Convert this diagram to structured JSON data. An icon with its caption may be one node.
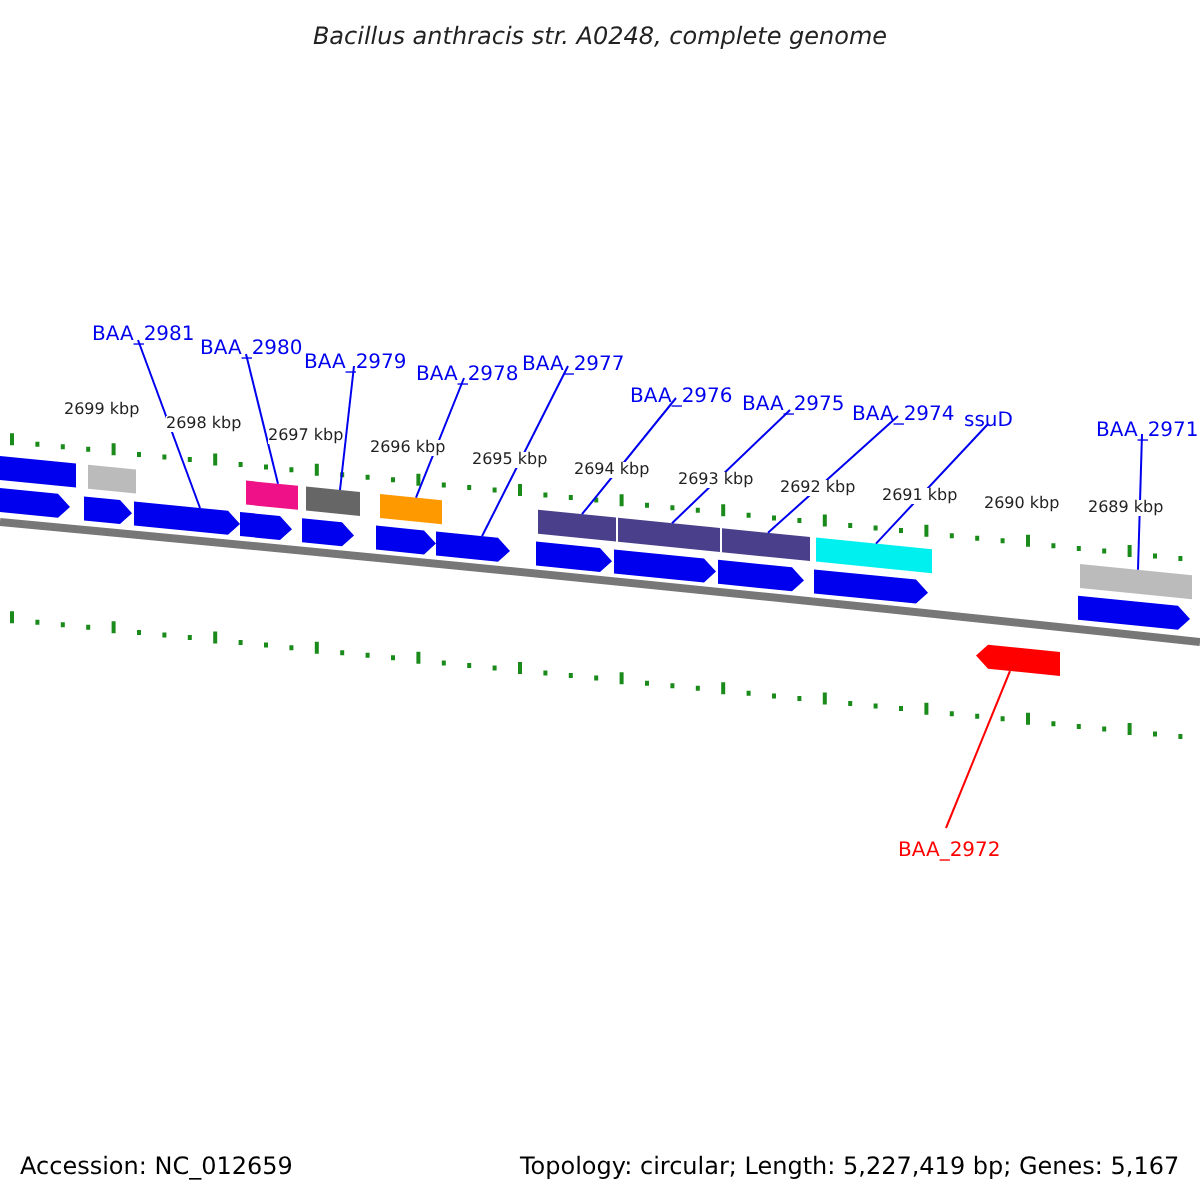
{
  "diagram": {
    "title": "Bacillus anthracis str. A0248, complete genome",
    "nodes": [
      {
        "text": [
          "BAA_2981"
        ]
      },
      {
        "text": [
          "BAA_2980"
        ]
      },
      {
        "text": [
          "BAA_2979"
        ]
      },
      {
        "text": [
          "BAA_2978"
        ]
      },
      {
        "text": [
          "BAA_2977"
        ]
      },
      {
        "text": [
          "BAA_2976"
        ]
      },
      {
        "text": [
          "BAA_2975"
        ]
      },
      {
        "text": [
          "BAA_2974"
        ]
      },
      {
        "text": [
          "ssuD"
        ]
      },
      {
        "text": [
          "BAA_2971"
        ]
      },
      {
        "text": [
          "BAA_2972"
        ]
      },
      {
        "text": [],
        "shape": "box"
      },
      {
        "text": [],
        "shape": "box"
      },
      {
        "text": [],
        "shape": "box"
      },
      {
        "text": [],
        "shape": "box"
      },
      {
        "text": [],
        "shape": "box"
      },
      {
        "text": [],
        "shape": "box"
      },
      {
        "text": [],
        "shape": "box"
      },
      {
        "text": [],
        "shape": "box"
      },
      {
        "text": [],
        "shape": "box"
      },
      {
        "text": [],
        "shape": "box"
      },
      {
        "text": [],
        "shape": "bar"
      },
      {
        "text": [],
        "shape": "bar"
      },
      {
        "text": [],
        "shape": "bar"
      },
      {
        "text": [],
        "shape": "bar"
      },
      {
        "text": [],
        "shape": "bar"
      },
      {
        "text": [],
        "shape": "bar"
      },
      {
        "text": [],
        "shape": "bar"
      },
      {
        "text": [],
        "shape": "bar"
      },
      {
        "text": [],
        "shape": "bar"
      },
      {
        "text": [],
        "shape": "bar"
      },
      {
        "text": [],
        "shape": "bar"
      },
      {
        "text": [],
        "shape": "bar"
      },
      {
        "text": [],
        "shape": "bar"
      }
    ],
    "edges": [
      {
        "from": 0,
        "to": 23,
        "arrow": "none"
      },
      {
        "from": 1,
        "to": 13,
        "arrow": "none"
      },
      {
        "from": 2,
        "to": 14,
        "arrow": "none"
      },
      {
        "from": 3,
        "to": 15,
        "arrow": "none"
      },
      {
        "from": 4,
        "to": 27,
        "arrow": "none"
      },
      {
        "from": 5,
        "to": 16,
        "arrow": "none"
      },
      {
        "from": 6,
        "to": 17,
        "arrow": "none"
      },
      {
        "from": 7,
        "to": 18,
        "arrow": "none"
      },
      {
        "from": 8,
        "to": 19,
        "arrow": "none"
      },
      {
        "from": 9,
        "to": 20,
        "arrow": "none"
      },
      {
        "from": 10,
        "to": 33,
        "arrow": "none",
        "color": "#ff0000"
      }
    ],
    "labels": [
      "2699 kbp",
      "2698 kbp",
      "2697 kbp",
      "2696 kbp",
      "2695 kbp",
      "2694 kbp",
      "2693 kbp",
      "2692 kbp",
      "2691 kbp",
      "2690 kbp",
      "2689 kbp",
      "Accession: NC_012659",
      "Topology: circular; Length: 5,227,419 bp; Genes: 5,167"
    ]
  }
}
